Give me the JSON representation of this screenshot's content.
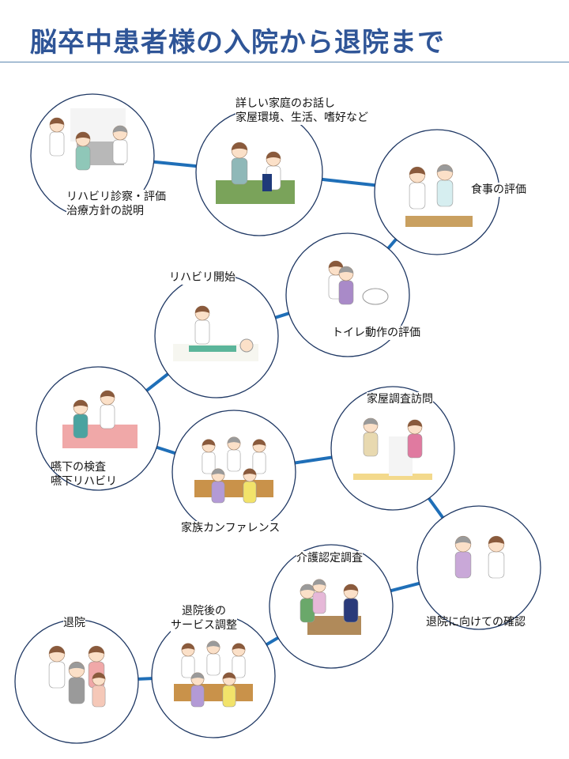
{
  "header": {
    "title": "脳卒中患者様の入院から退院まで"
  },
  "colors": {
    "title": "#2f5597",
    "circle_stroke": "#1f3864",
    "connector": "#1f6fb8"
  },
  "steps": [
    {
      "id": 1,
      "label_lines": [
        "リハビリ診察・評価",
        "治療方針の説明"
      ],
      "illustration": "consultation-icon"
    },
    {
      "id": 2,
      "label_lines": [
        "詳しい家庭のお話し",
        "家屋環境、生活、嗜好など"
      ],
      "illustration": "interview-icon"
    },
    {
      "id": 3,
      "label_lines": [
        "食事の評価"
      ],
      "illustration": "meal-assist-icon"
    },
    {
      "id": 4,
      "label_lines": [
        "トイレ動作の評価"
      ],
      "illustration": "toilet-assist-icon"
    },
    {
      "id": 5,
      "label_lines": [
        "リハビリ開始"
      ],
      "illustration": "rehab-mat-icon"
    },
    {
      "id": 6,
      "label_lines": [
        "嚥下の検査",
        "嚥下リハビリ"
      ],
      "illustration": "swallow-test-icon"
    },
    {
      "id": 7,
      "label_lines": [
        "家族カンファレンス"
      ],
      "illustration": "conference-icon"
    },
    {
      "id": 8,
      "label_lines": [
        "家屋調査訪問"
      ],
      "illustration": "home-visit-icon"
    },
    {
      "id": 9,
      "label_lines": [
        "退院に向けての確認"
      ],
      "illustration": "discharge-check-icon"
    },
    {
      "id": 10,
      "label_lines": [
        "介護認定調査"
      ],
      "illustration": "care-assessment-icon"
    },
    {
      "id": 11,
      "label_lines": [
        "退院後の",
        "サービス調整"
      ],
      "illustration": "service-meeting-icon"
    },
    {
      "id": 12,
      "label_lines": [
        "退院"
      ],
      "illustration": "discharge-family-icon"
    }
  ]
}
